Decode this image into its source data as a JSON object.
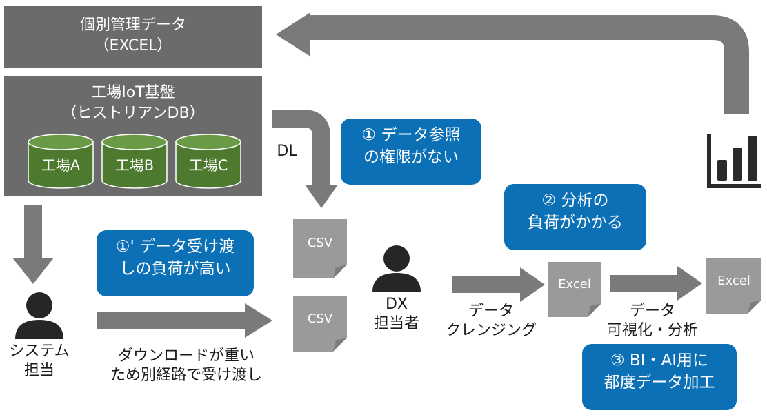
{
  "excel_box": {
    "line1": "個別管理データ",
    "line2": "（EXCEL）"
  },
  "iot_box": {
    "line1": "工場IoT基盤",
    "line2": "（ヒストリアンDB）"
  },
  "factories": [
    "工場A",
    "工場B",
    "工場C"
  ],
  "dl_label": "DL",
  "callout1": {
    "line1": "① データ参照",
    "line2": "の権限がない"
  },
  "callout1b": {
    "line1": "①' データ受け渡",
    "line2": "しの負荷が高い"
  },
  "callout2": {
    "line1": "② 分析の",
    "line2": "負荷がかかる"
  },
  "callout3": {
    "line1": "③ BI・AI用に",
    "line2": "都度データ加工"
  },
  "csv_top": "CSV",
  "csv_bottom": "CSV",
  "excel_doc1": "Excel",
  "excel_doc2": "Excel",
  "system_person": {
    "line1": "システム",
    "line2": "担当"
  },
  "dx_person": {
    "line1": "DX",
    "line2": "担当者"
  },
  "download_text": {
    "line1": "ダウンロードが重い",
    "line2": "ため別経路で受け渡し"
  },
  "cleansing_text": {
    "line1": "データ",
    "line2": "クレンジング"
  },
  "visualize_text": {
    "line1": "データ",
    "line2": "可視化・分析"
  },
  "colors": {
    "gray_box": "#6b6b6b",
    "arrow": "#7a7a7a",
    "doc": "#9a9a9a",
    "callout": "#0b70b5",
    "cylinder": "#4d7a2e",
    "person": "#262626"
  }
}
